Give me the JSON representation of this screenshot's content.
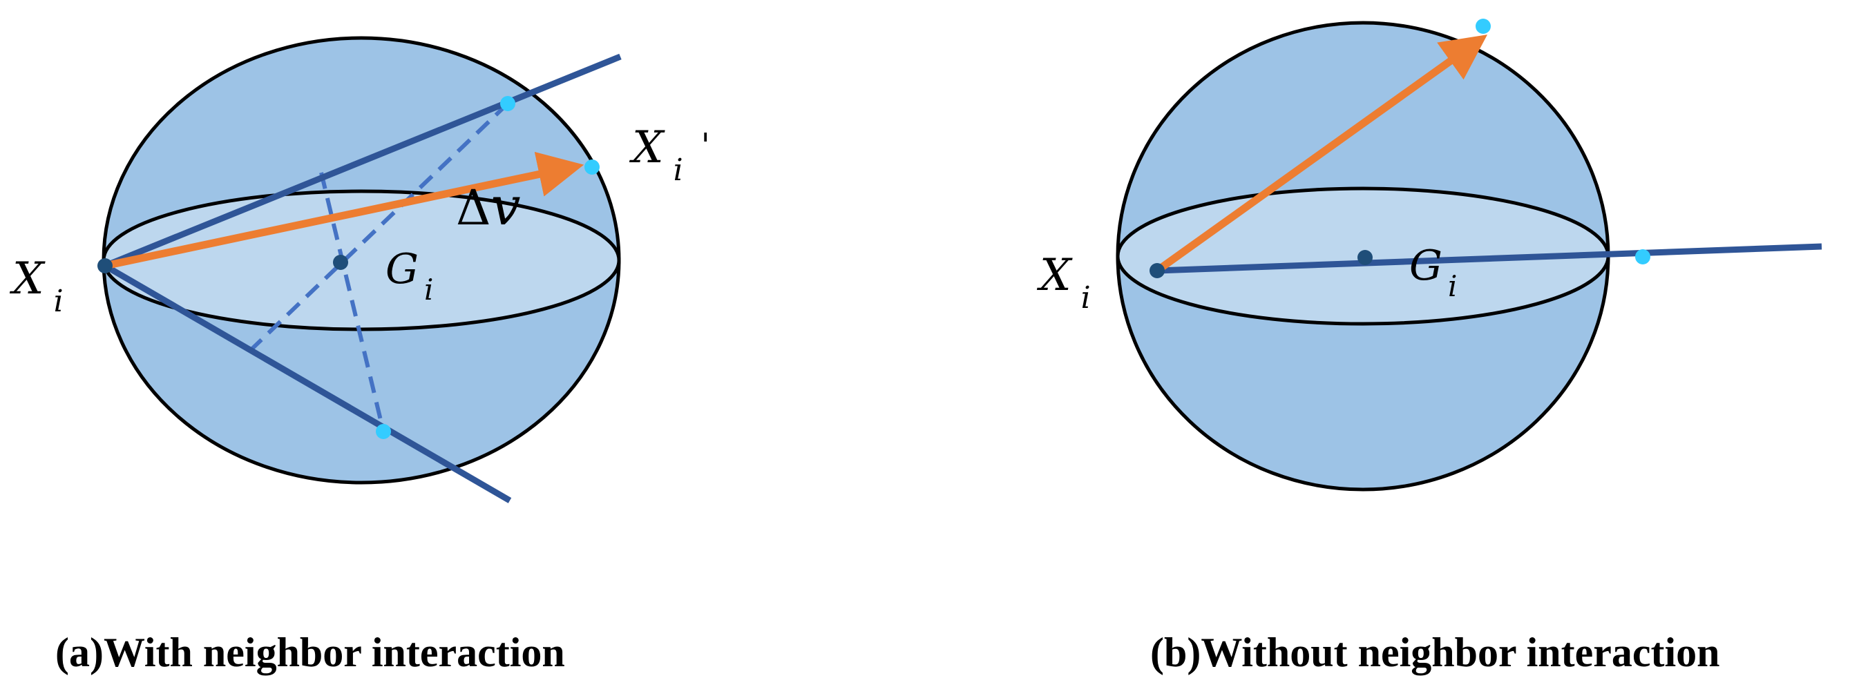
{
  "panels": [
    {
      "id": "a",
      "caption": "(a)With neighbor interaction",
      "labels": {
        "x": "X",
        "x_sub": "i",
        "x_prime": "X",
        "x_prime_sub": "i",
        "x_prime_mark": "'",
        "g": "G",
        "g_sub": "i",
        "delta": "Δ",
        "delta_var": "v"
      }
    },
    {
      "id": "b",
      "caption": "(b)Without neighbor interaction",
      "labels": {
        "x": "X",
        "x_sub": "i",
        "g": "G",
        "g_sub": "i"
      }
    }
  ],
  "colors": {
    "sphere_fill": "#9dc3e6",
    "equator_fill": "#bdd7ee",
    "outline": "#000000",
    "line": "#2f5597",
    "dashed_line": "#4472c4",
    "arrow": "#ed7d31",
    "point_light": "#33ccff",
    "point_dark": "#1f4e79"
  }
}
